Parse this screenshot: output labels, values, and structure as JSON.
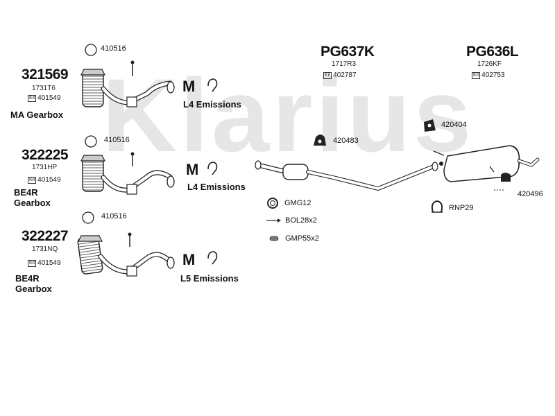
{
  "watermark": {
    "text": "Klarius"
  },
  "row1": {
    "clamp_part": "410516",
    "code": "321569",
    "sub_code": "1731T6",
    "kit_label": "Kit",
    "kit_code": "401549",
    "gearbox": "MA Gearbox",
    "emission_badge": "M",
    "emissions": "L4 Emissions"
  },
  "row2": {
    "clamp_part": "410516",
    "code": "322225",
    "sub_code": "1731HP",
    "kit_label": "Kit",
    "kit_code": "401549",
    "gearbox_line1": "BE4R",
    "gearbox_line2": "Gearbox",
    "emission_badge": "M",
    "emissions": "L4 Emissions"
  },
  "row3": {
    "clamp_part": "410516",
    "code": "322227",
    "sub_code": "1731NQ",
    "kit_label": "Kit",
    "kit_code": "401549",
    "gearbox_line1": "BE4R",
    "gearbox_line2": "Gearbox",
    "emission_badge": "M",
    "emissions": "L5 Emissions"
  },
  "center": {
    "code": "PG637K",
    "sub_code": "1717R3",
    "kit_label": "Kit",
    "kit_code": "402787",
    "hanger": "420483",
    "gasket": "GMG12",
    "bolt": "BOL28x2",
    "grommet": "GMP55x2"
  },
  "right": {
    "code": "PG636L",
    "sub_code": "1726KF",
    "kit_label": "Kit",
    "kit_code": "402753",
    "hanger_top": "420404",
    "hanger_side": "420496",
    "clamp": "RNP29"
  }
}
